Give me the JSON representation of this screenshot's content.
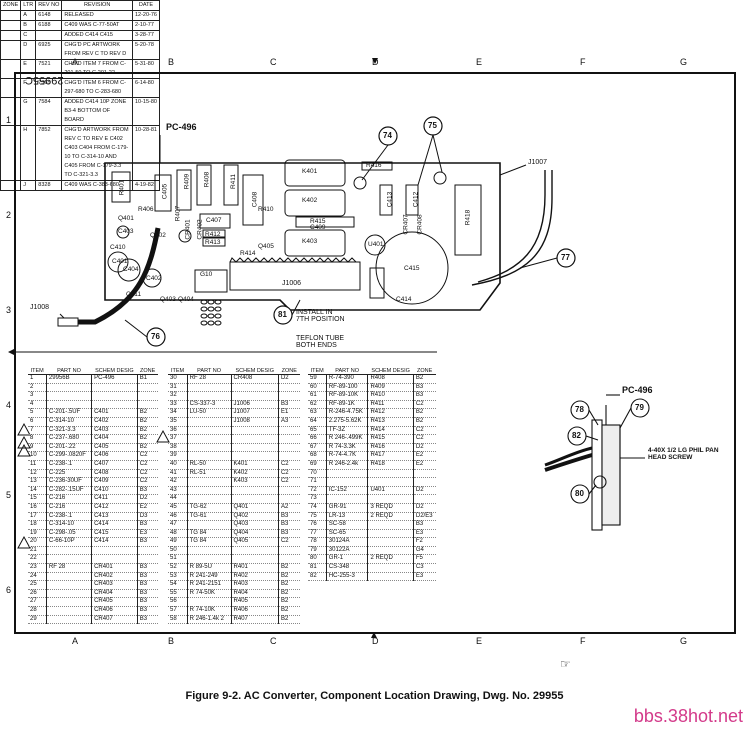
{
  "drawing": {
    "ref_number": "29955C",
    "caption": "Figure 9-2. AC Converter, Component Location Drawing, Dwg. No. 29955",
    "watermark": "bbs.38hot.net"
  },
  "zones_top": [
    "A",
    "B",
    "C",
    "D",
    "E",
    "F",
    "G"
  ],
  "zones_bottom": [
    "A",
    "B",
    "C",
    "D",
    "E",
    "F",
    "G"
  ],
  "rows": [
    "1",
    "2",
    "3",
    "4",
    "5",
    "6"
  ],
  "board": {
    "label": "PC-496",
    "connector_label": "J1006",
    "j1007": "J1007",
    "j1008": "J1008",
    "install_note": "INSTALL IN\n7TH POSITION",
    "tube_note": "TEFLON TUBE\nBOTH ENDS",
    "callouts": [
      "74",
      "75",
      "76",
      "77",
      "81"
    ],
    "components": [
      "R401",
      "C405",
      "R409",
      "R411",
      "R408",
      "C402",
      "C403",
      "C407",
      "C408",
      "R412",
      "R413",
      "R414",
      "R406",
      "K401",
      "K402",
      "K403",
      "R415",
      "R416",
      "C413",
      "C412",
      "C409",
      "CR407",
      "CR408",
      "U401",
      "C415",
      "R418",
      "C404",
      "C401",
      "C410",
      "Q401",
      "Q402",
      "Q403",
      "Q404",
      "Q405",
      "CR401",
      "CR402",
      "C411",
      "C414",
      "G10",
      "R410",
      "R407"
    ]
  },
  "detail": {
    "label": "PC-496",
    "screw_note": "4-40X 1/2 LG PHIL PAN\nHEAD SCREW",
    "callouts": [
      "78",
      "79",
      "80",
      "82"
    ]
  },
  "revision_table": {
    "headers": [
      "ZONE",
      "LTR",
      "REV NO",
      "REVISION",
      "DATE"
    ],
    "rows": [
      [
        "",
        "A",
        "6148",
        "RELEASED",
        "12-20-76"
      ],
      [
        "",
        "B",
        "6188",
        "C409 WAS C-77-50AT",
        "2-10-77"
      ],
      [
        "",
        "C",
        "",
        "ADDED C414 C415",
        "3-28-77"
      ],
      [
        "",
        "D",
        "6925",
        "CHG'D PC ARTWORK FROM REV C TO REV D",
        "5-20-78"
      ],
      [
        "",
        "E",
        "7521",
        "CHG'D ITEM 7 FROM C-201-50 TO C-201-22",
        "5-31-80"
      ],
      [
        "",
        "F",
        "7565",
        "CHG'D ITEM 6 FROM C-297-680 TO C-283-680",
        "6-14-80"
      ],
      [
        "",
        "G",
        "7584",
        "ADDED C414 10P ZONE B3-4 BOTTOM OF BOARD",
        "10-15-80"
      ],
      [
        "",
        "H",
        "7852",
        "CHG'D ARTWORK FROM REV C TO REV E C402 C403 C404 FROM C-179-10 TO C-314-10 AND C405 FROM C-179-3.3 TO C-321-3.3",
        "10-28-81"
      ],
      [
        "",
        "J",
        "8328",
        "C409 WAS C-383-680",
        "4-19-82"
      ]
    ]
  },
  "parts_tables": [
    {
      "headers": [
        "ITEM",
        "PART NO",
        "SCHEM DESIG",
        "ZONE"
      ],
      "rows": [
        [
          "1",
          "29956B",
          "PC-496",
          "B1"
        ],
        [
          "2",
          "",
          "",
          ""
        ],
        [
          "3",
          "",
          "",
          ""
        ],
        [
          "4",
          "",
          "",
          ""
        ],
        [
          "5",
          "C-201-.5UF",
          "C401",
          "B2"
        ],
        [
          "6",
          "C-314-10",
          "C402",
          "B2"
        ],
        [
          "7",
          "C-321-3.3",
          "C403",
          "B2"
        ],
        [
          "8",
          "C-237-.680",
          "C404",
          "B2"
        ],
        [
          "9",
          "C-201-.22",
          "C405",
          "B2"
        ],
        [
          "10",
          "C-299-.0820F",
          "C406",
          "C2"
        ],
        [
          "11",
          "C-238-.1",
          "C407",
          "C2"
        ],
        [
          "12",
          "C-225",
          "C408",
          "C2"
        ],
        [
          "13",
          "C-236-30UF",
          "C409",
          "C2"
        ],
        [
          "14",
          "C-282-.15UF",
          "C410",
          "B3"
        ],
        [
          "15",
          "C-216",
          "C411",
          "D2"
        ],
        [
          "16",
          "C-216",
          "C412",
          "E2"
        ],
        [
          "17",
          "C-238-.1",
          "C413",
          "D3"
        ],
        [
          "18",
          "C-314-10",
          "C414",
          "B3"
        ],
        [
          "19",
          "C-298-.05",
          "C415",
          "E3"
        ],
        [
          "20",
          "C-66-10P",
          "C414",
          "B3"
        ],
        [
          "21",
          "",
          "",
          ""
        ],
        [
          "22",
          "",
          "",
          ""
        ],
        [
          "23",
          "RF 28",
          "CR401",
          "B3"
        ],
        [
          "24",
          "",
          "CR402",
          "B3"
        ],
        [
          "25",
          "",
          "CR403",
          "B3"
        ],
        [
          "26",
          "",
          "CR404",
          "B3"
        ],
        [
          "27",
          "",
          "CR405",
          "B3"
        ],
        [
          "28",
          "",
          "CR406",
          "B3"
        ],
        [
          "29",
          "",
          "CR407",
          "B3"
        ]
      ]
    },
    {
      "headers": [
        "ITEM",
        "PART NO",
        "SCHEM DESIG",
        "ZONE"
      ],
      "rows": [
        [
          "30",
          "RF 28",
          "CR408",
          "D2"
        ],
        [
          "31",
          "",
          "",
          ""
        ],
        [
          "32",
          "",
          "",
          ""
        ],
        [
          "33",
          "CS-337-3",
          "J1006",
          "B3"
        ],
        [
          "34",
          "LU-50",
          "J1007",
          "E1"
        ],
        [
          "35",
          "",
          "J1008",
          "A3"
        ],
        [
          "36",
          "",
          "",
          ""
        ],
        [
          "37",
          "",
          "",
          ""
        ],
        [
          "38",
          "",
          "",
          ""
        ],
        [
          "39",
          "",
          "",
          ""
        ],
        [
          "40",
          "RL-50",
          "K401",
          "C2"
        ],
        [
          "41",
          "RL-51",
          "K402",
          "C2"
        ],
        [
          "42",
          "",
          "K403",
          "C2"
        ],
        [
          "43",
          "",
          "",
          ""
        ],
        [
          "44",
          "",
          "",
          ""
        ],
        [
          "45",
          "TG-62",
          "Q401",
          "A2"
        ],
        [
          "46",
          "TG-61",
          "Q402",
          "B3"
        ],
        [
          "47",
          "",
          "Q403",
          "B3"
        ],
        [
          "48",
          "TG 84",
          "Q404",
          "B3"
        ],
        [
          "49",
          "TG 84",
          "Q405",
          "C2"
        ],
        [
          "50",
          "",
          "",
          ""
        ],
        [
          "51",
          "",
          "",
          ""
        ],
        [
          "52",
          "R 89-5U",
          "R401",
          "B2"
        ],
        [
          "53",
          "R 241-249",
          "R402",
          "B2"
        ],
        [
          "54",
          "R 241-2151",
          "R403",
          "B2"
        ],
        [
          "55",
          "R 74-50K",
          "R404",
          "B2"
        ],
        [
          "56",
          "",
          "R405",
          "B2"
        ],
        [
          "57",
          "R 74-10K",
          "R406",
          "B2"
        ],
        [
          "58",
          "R 246-1.4k 2",
          "R407",
          "B2"
        ]
      ]
    },
    {
      "headers": [
        "ITEM",
        "PART NO",
        "SCHEM DESIG",
        "ZONE"
      ],
      "rows": [
        [
          "59",
          "R-74-390",
          "R408",
          "B2"
        ],
        [
          "60",
          "RF-89-100",
          "R409",
          "B3"
        ],
        [
          "61",
          "RF-89-10K",
          "R410",
          "B3"
        ],
        [
          "62",
          "RF-89-1K",
          "R411",
          "C2"
        ],
        [
          "63",
          "R-246-4.75K",
          "R412",
          "B2"
        ],
        [
          "64",
          "2.275-5.62K",
          "R413",
          "B2"
        ],
        [
          "65",
          "TF-3Z",
          "R414",
          "C2"
        ],
        [
          "66",
          "R 246-.499K",
          "R415",
          "C2"
        ],
        [
          "67",
          "R 74-3.3K",
          "R416",
          "D2"
        ],
        [
          "68",
          "R-74-4.7K",
          "R417",
          "E2"
        ],
        [
          "69",
          "R 246-2.4k",
          "R418",
          "E2"
        ],
        [
          "70",
          "",
          "",
          ""
        ],
        [
          "71",
          "",
          "",
          ""
        ],
        [
          "72",
          "IC-152",
          "U401",
          "D2"
        ],
        [
          "73",
          "",
          "",
          ""
        ],
        [
          "74",
          "GR-91",
          "3 REQD",
          "D2"
        ],
        [
          "75",
          "LR-13",
          "2 REQD",
          "D2/E3"
        ],
        [
          "76",
          "SC-58",
          "",
          "B3"
        ],
        [
          "77",
          "SC-65",
          "",
          "E3"
        ],
        [
          "78",
          "30124A",
          "",
          "F2"
        ],
        [
          "79",
          "30122A",
          "",
          "G4"
        ],
        [
          "80",
          "GR-1",
          "2 REQD",
          "F5"
        ],
        [
          "81",
          "CS-348",
          "",
          "C3"
        ],
        [
          "82",
          "HC-255-3",
          "",
          "E3"
        ]
      ]
    }
  ]
}
